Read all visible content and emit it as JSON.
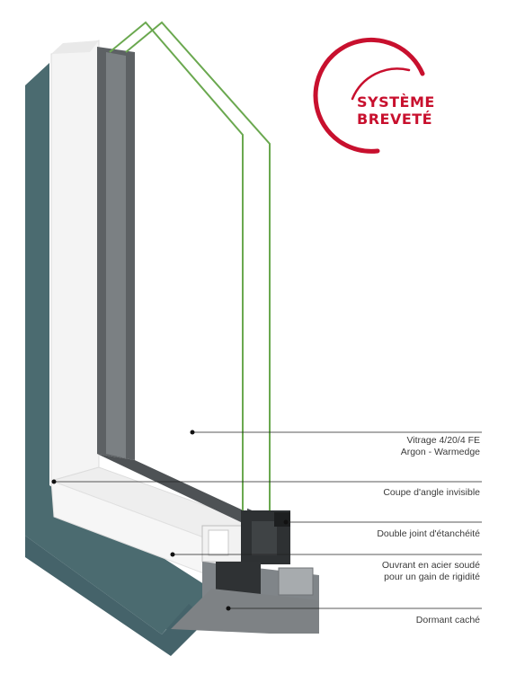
{
  "badge": {
    "line1": "SYSTÈME",
    "line2": "BREVETÉ",
    "color": "#c8102e"
  },
  "callouts": [
    {
      "id": "vitrage",
      "lines": [
        "Vitrage 4/20/4 FE",
        "Argon - Warmedge"
      ]
    },
    {
      "id": "coupe",
      "lines": [
        "Coupe d'angle invisible"
      ]
    },
    {
      "id": "joint",
      "lines": [
        "Double joint d'étanchéité"
      ]
    },
    {
      "id": "ouvrant",
      "lines": [
        "Ouvrant en acier soudé",
        "pour un gain de rigidité"
      ]
    },
    {
      "id": "dormant",
      "lines": [
        "Dormant caché"
      ]
    }
  ],
  "colors": {
    "wall": "#4b6b70",
    "frame_white": "#f3f3f3",
    "steel": "#5b5f62",
    "glass_edge": "#6aa84f"
  }
}
